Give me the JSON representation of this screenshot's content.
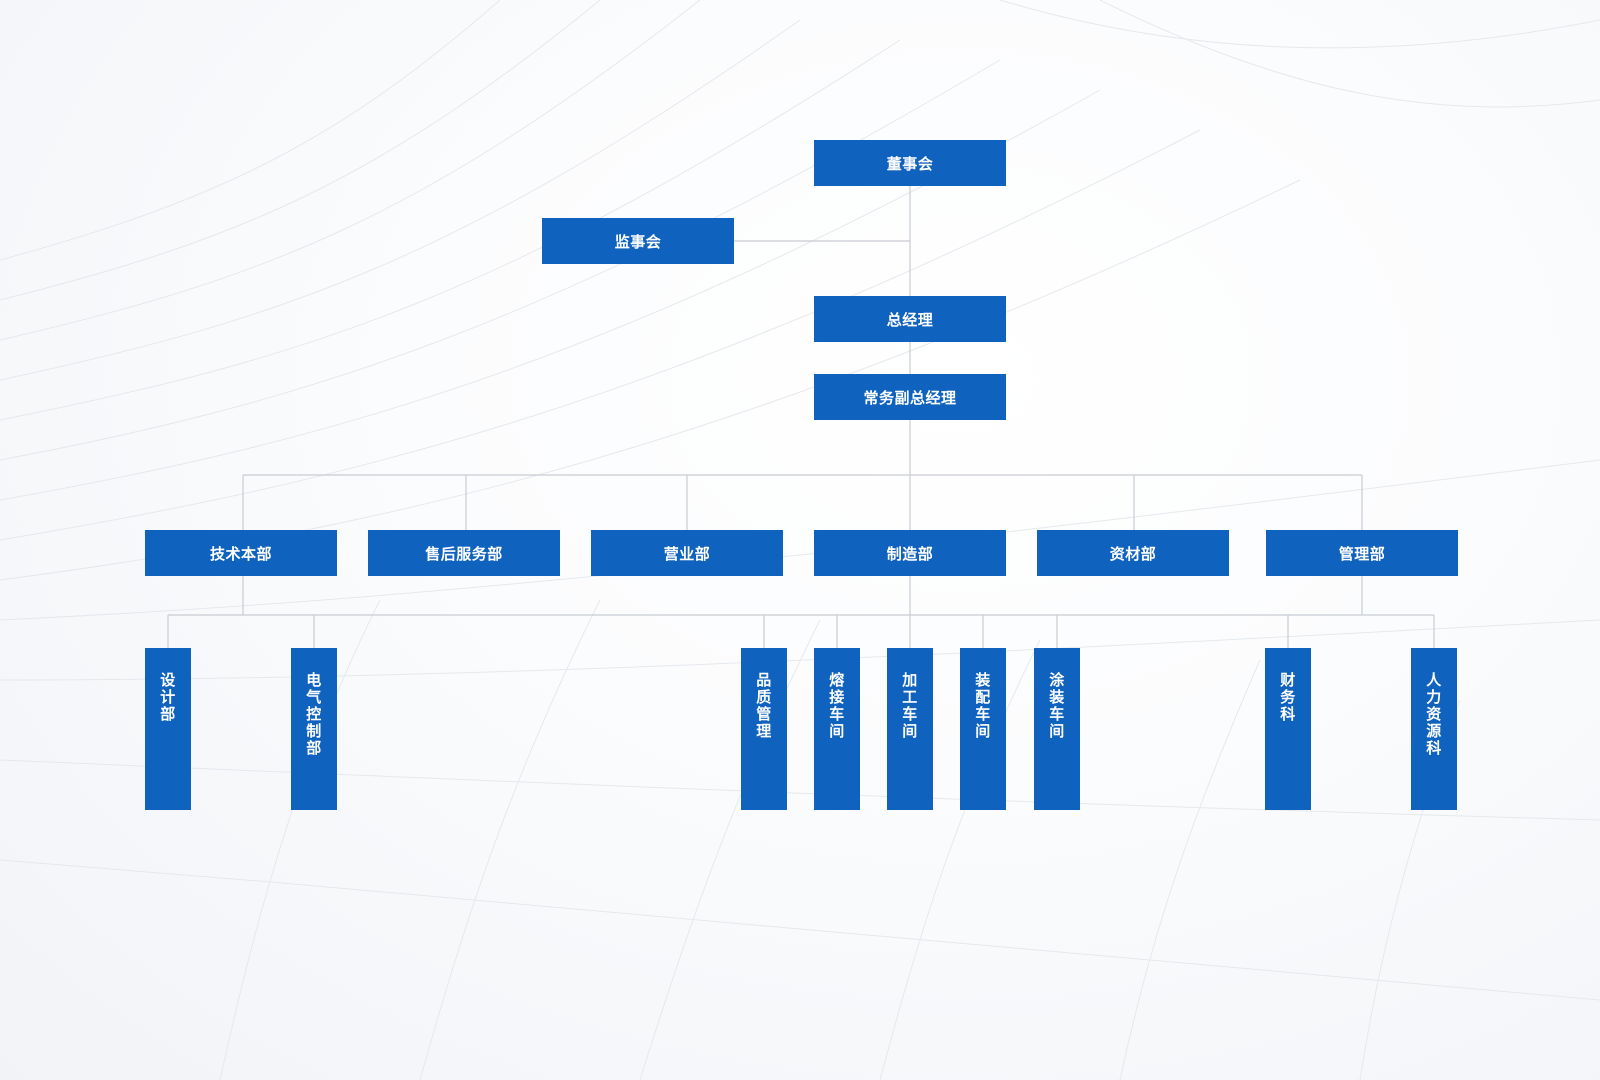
{
  "org": {
    "board": "董事会",
    "supervisors": "监事会",
    "gm": "总经理",
    "executive_vp": "常务副总经理",
    "departments": [
      "技术本部",
      "售后服务部",
      "营业部",
      "制造部",
      "资材部",
      "管理部"
    ],
    "sub_units": {
      "design": "设计部",
      "electric": "电气控制部",
      "quality": "品质管理",
      "welding": "熔接车间",
      "machining": "加工车间",
      "assembly": "装配车间",
      "painting": "涂装车间",
      "finance": "财务科",
      "hr": "人力资源科"
    }
  },
  "colors": {
    "node_fill": "#0f62be",
    "node_text": "#ffffff",
    "connector": "#c8ccd2",
    "background": "#f3f5f8"
  }
}
